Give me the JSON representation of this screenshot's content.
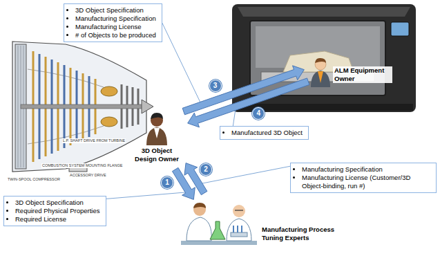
{
  "diagram": {
    "nodes": [
      {
        "text": [
          "3D Object Specification",
          "Manufacturing Specification",
          "Manufacturing License",
          "# of Objects to be produced"
        ]
      },
      {
        "text": [
          "ALM Equipment Owner"
        ]
      },
      {
        "text": [
          "3D Object Design Owner"
        ]
      },
      {
        "text": [
          "Manufactured 3D Object"
        ]
      },
      {
        "text": [
          "Manufacturing Specification",
          "Manufacturing License (Customer/3D Object-binding, run #)"
        ]
      },
      {
        "text": [
          "3D Object Specification",
          "Required Physical Properties",
          "Required License"
        ]
      },
      {
        "text": [
          "Manufacturing Process Tuning Experts"
        ]
      }
    ],
    "edges": [
      {
        "from": 2,
        "to": 6,
        "arrow": "to",
        "label": "1"
      },
      {
        "from": 6,
        "to": 2,
        "arrow": "to",
        "label": "2"
      },
      {
        "from": 2,
        "to": 1,
        "arrow": "to",
        "label": "3"
      },
      {
        "from": 1,
        "to": 2,
        "arrow": "to",
        "label": "4"
      }
    ],
    "labels": [
      "TWIN-SPOOL COMPRESSOR",
      "ACCESSORY DRIVE",
      "COMBUSTION SYSTEM MOUNTING FLANGE",
      "L.P. SHAFT DRIVE FROM TURBINE"
    ]
  }
}
